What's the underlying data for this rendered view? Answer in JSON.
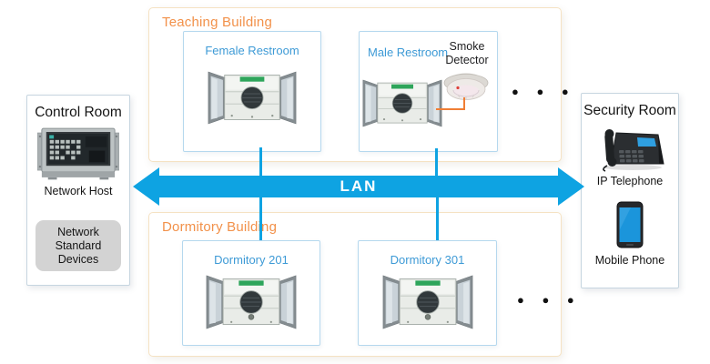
{
  "diagram": {
    "lan_label": "LAN",
    "more_indicator": "● ● ●"
  },
  "control_room": {
    "title": "Control Room",
    "host_label": "Network Host",
    "standard_devices_label": "Network Standard Devices"
  },
  "teaching_building": {
    "title": "Teaching Building",
    "rooms": [
      {
        "label": "Female Restroom"
      },
      {
        "label": "Male Restroom",
        "attachment_label": "Smoke Detector"
      }
    ]
  },
  "dormitory_building": {
    "title": "Dormitory Building",
    "rooms": [
      {
        "label": "Dormitory 201"
      },
      {
        "label": "Dormitory 301"
      }
    ]
  },
  "security_room": {
    "title": "Security Room",
    "devices": [
      {
        "label": "IP Telephone"
      },
      {
        "label": "Mobile Phone"
      }
    ]
  },
  "icons": {
    "network_host": "rack-console-image",
    "room_device": "ip-speaker-terminal-image",
    "smoke_detector": "smoke-detector-image",
    "ip_telephone": "desk-phone-image",
    "mobile_phone": "smartphone-image"
  },
  "colors": {
    "lan_blue": "#0ea3e2",
    "title_orange": "#f2914a",
    "room_label_blue": "#3d9ad6",
    "connector_orange": "#f07e35",
    "building_border": "#f5e2c3",
    "room_border": "#b5d8ee"
  }
}
